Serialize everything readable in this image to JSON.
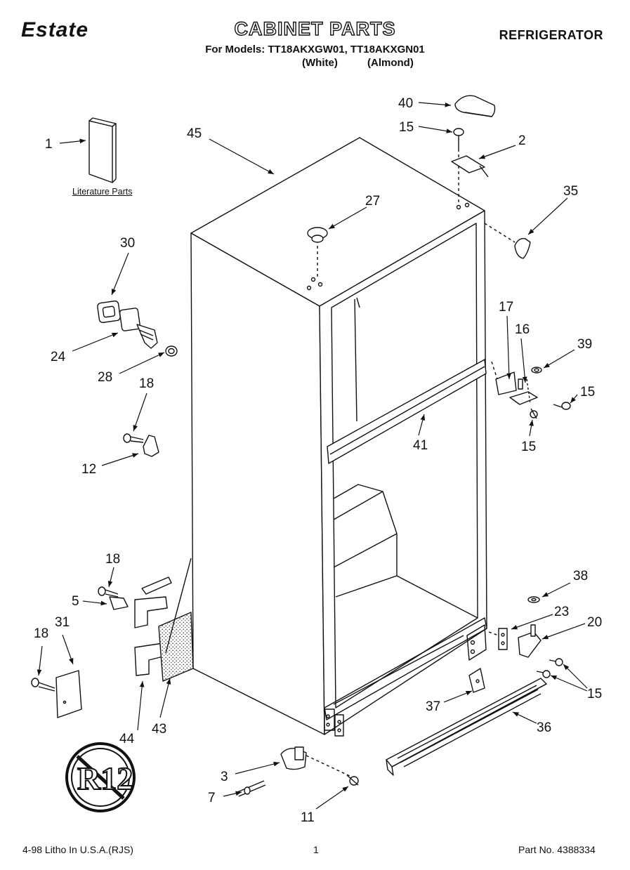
{
  "header": {
    "brand": "Estate",
    "title": "CABINET PARTS",
    "models_line": "For Models: TT18AKXGW01, TT18AKXGN01",
    "variant_white": "(White)",
    "variant_almond": "(Almond)",
    "category": "REFRIGERATOR"
  },
  "labels": {
    "literature_parts": "Literature Parts",
    "rating_mark": "R12"
  },
  "callouts": [
    {
      "id": "c1",
      "text": "1"
    },
    {
      "id": "c45",
      "text": "45"
    },
    {
      "id": "c40",
      "text": "40"
    },
    {
      "id": "c15a",
      "text": "15"
    },
    {
      "id": "c2",
      "text": "2"
    },
    {
      "id": "c35",
      "text": "35"
    },
    {
      "id": "c27",
      "text": "27"
    },
    {
      "id": "c30",
      "text": "30"
    },
    {
      "id": "c24",
      "text": "24"
    },
    {
      "id": "c28",
      "text": "28"
    },
    {
      "id": "c18a",
      "text": "18"
    },
    {
      "id": "c12",
      "text": "12"
    },
    {
      "id": "c17",
      "text": "17"
    },
    {
      "id": "c16",
      "text": "16"
    },
    {
      "id": "c39",
      "text": "39"
    },
    {
      "id": "c15b",
      "text": "15"
    },
    {
      "id": "c15c",
      "text": "15"
    },
    {
      "id": "c41",
      "text": "41"
    },
    {
      "id": "c18b",
      "text": "18"
    },
    {
      "id": "c5",
      "text": "5"
    },
    {
      "id": "c18c",
      "text": "18"
    },
    {
      "id": "c31",
      "text": "31"
    },
    {
      "id": "c38",
      "text": "38"
    },
    {
      "id": "c23",
      "text": "23"
    },
    {
      "id": "c20",
      "text": "20"
    },
    {
      "id": "c15d",
      "text": "15"
    },
    {
      "id": "c37",
      "text": "37"
    },
    {
      "id": "c36",
      "text": "36"
    },
    {
      "id": "c44",
      "text": "44"
    },
    {
      "id": "c43",
      "text": "43"
    },
    {
      "id": "c3",
      "text": "3"
    },
    {
      "id": "c7",
      "text": "7"
    },
    {
      "id": "c11",
      "text": "11"
    }
  ],
  "footer": {
    "print_info": "4-98 Litho In U.S.A.(RJS)",
    "page_number": "1",
    "part_number": "Part No. 4388334"
  }
}
